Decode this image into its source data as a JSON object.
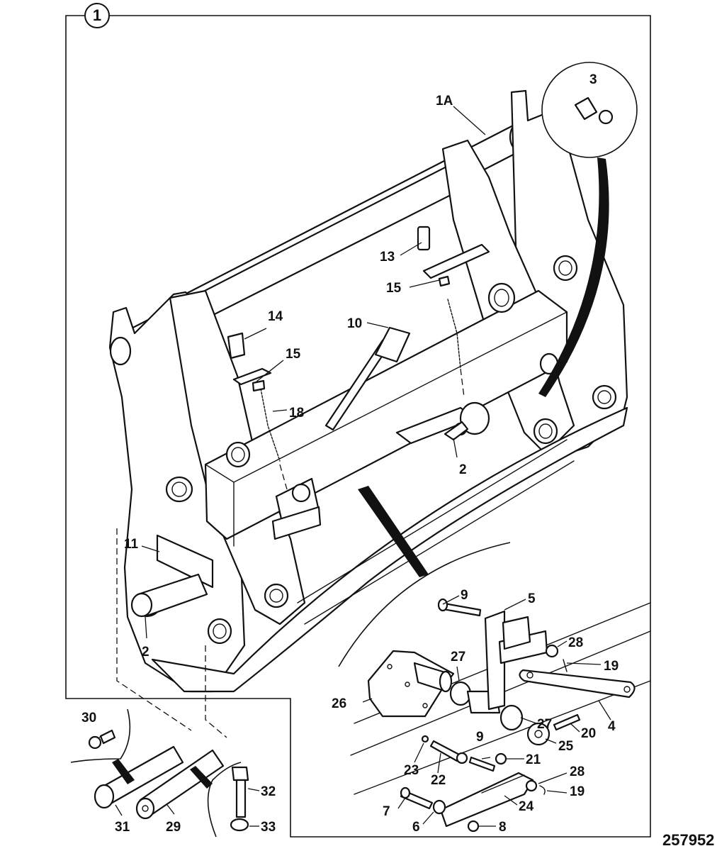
{
  "diagram": {
    "assembly_number": "1",
    "figure_number": "257952",
    "callouts": {
      "c1A": "1A",
      "c2a": "2",
      "c2b": "2",
      "c3": "3",
      "c4": "4",
      "c5": "5",
      "c6": "6",
      "c7": "7",
      "c8": "8",
      "c9a": "9",
      "c9b": "9",
      "c10": "10",
      "c11": "11",
      "c13": "13",
      "c14": "14",
      "c15a": "15",
      "c15b": "15",
      "c18": "18",
      "c19a": "19",
      "c19b": "19",
      "c20": "20",
      "c21": "21",
      "c22": "22",
      "c23": "23",
      "c24": "24",
      "c25": "25",
      "c26": "26",
      "c27a": "27",
      "c27b": "27",
      "c28a": "28",
      "c28b": "28",
      "c29": "29",
      "c30": "30",
      "c31": "31",
      "c32": "32",
      "c33": "33"
    }
  }
}
